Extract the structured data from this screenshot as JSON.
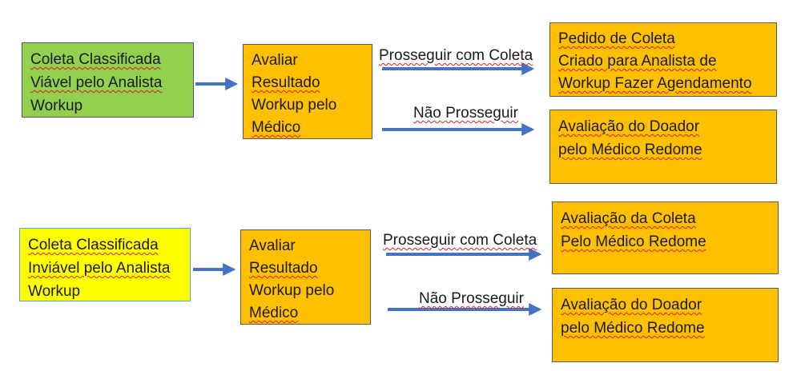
{
  "colors": {
    "green": "#92d050",
    "yellow": "#ffff00",
    "orange": "#ffc000",
    "arrow": "#4472c4",
    "box_border": "#5a5a5a",
    "yellow_border": "#4bacc6"
  },
  "flow1": {
    "source": {
      "lines": [
        "Coleta Classificada",
        "Viável pelo Analista",
        "Workup"
      ]
    },
    "evaluate": {
      "lines": [
        "Avaliar",
        "Resultado",
        "Workup pelo",
        "Médico"
      ]
    },
    "proceed_label": "Prosseguir com Coleta",
    "stop_label": "Não Prosseguir",
    "outcome_proceed": {
      "lines": [
        "Pedido de Coleta",
        "Criado para Analista de",
        "Workup Fazer Agendamento"
      ]
    },
    "outcome_stop": {
      "lines": [
        "Avaliação do Doador",
        "pelo Médico Redome"
      ]
    }
  },
  "flow2": {
    "source": {
      "lines": [
        "Coleta Classificada",
        "Inviável pelo Analista",
        "Workup"
      ]
    },
    "evaluate": {
      "lines": [
        "Avaliar",
        "Resultado",
        "Workup pelo",
        "Médico"
      ]
    },
    "proceed_label": "Prosseguir com Coleta",
    "stop_label": "Não Prosseguir",
    "outcome_proceed": {
      "lines": [
        "Avaliação da Coleta",
        "Pelo Médico Redome"
      ]
    },
    "outcome_stop": {
      "lines": [
        "Avaliação do Doador",
        "pelo Médico Redome"
      ]
    }
  }
}
